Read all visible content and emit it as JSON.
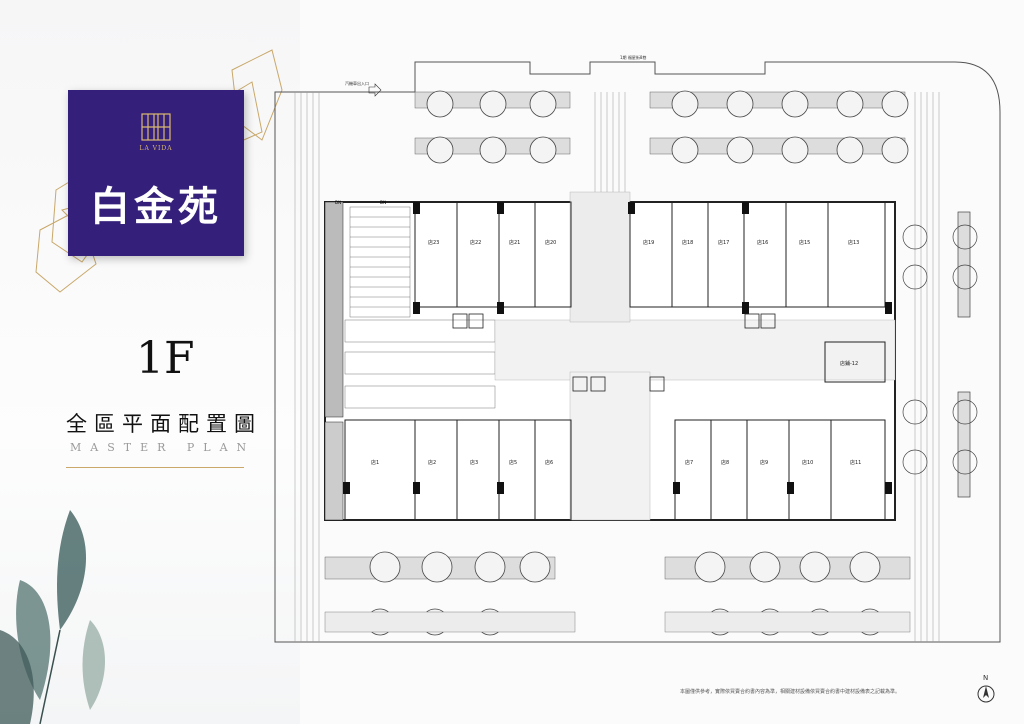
{
  "logo": {
    "brand_en": "LA VIDA",
    "brand_zh": "白金苑",
    "card_color": "#34207a",
    "accent_gold": "#d9b870"
  },
  "page": {
    "floor": "1F",
    "title_zh": "全區平面配置圖",
    "title_en": "MASTER PLAN"
  },
  "plan": {
    "road_top": "1期 福星街8巷",
    "parking_entry": "汽機車出入口",
    "shops_upper": [
      "店23",
      "店22",
      "店21",
      "店20",
      "店19",
      "店18",
      "店17",
      "店16",
      "店15",
      "店13"
    ],
    "shops_lower": [
      "店1",
      "店2",
      "店3",
      "店5",
      "店6",
      "店7",
      "店8",
      "店9",
      "店10",
      "店11"
    ],
    "shop_side": "店鋪-12",
    "dn_labels": [
      "DN",
      "DN"
    ]
  },
  "footer": {
    "disclaimer": "本圖僅供參考，實際依買賣合約書內容為準，相關建材設備依買賣合約書中建材設備表之記載為準。",
    "north": "N"
  }
}
